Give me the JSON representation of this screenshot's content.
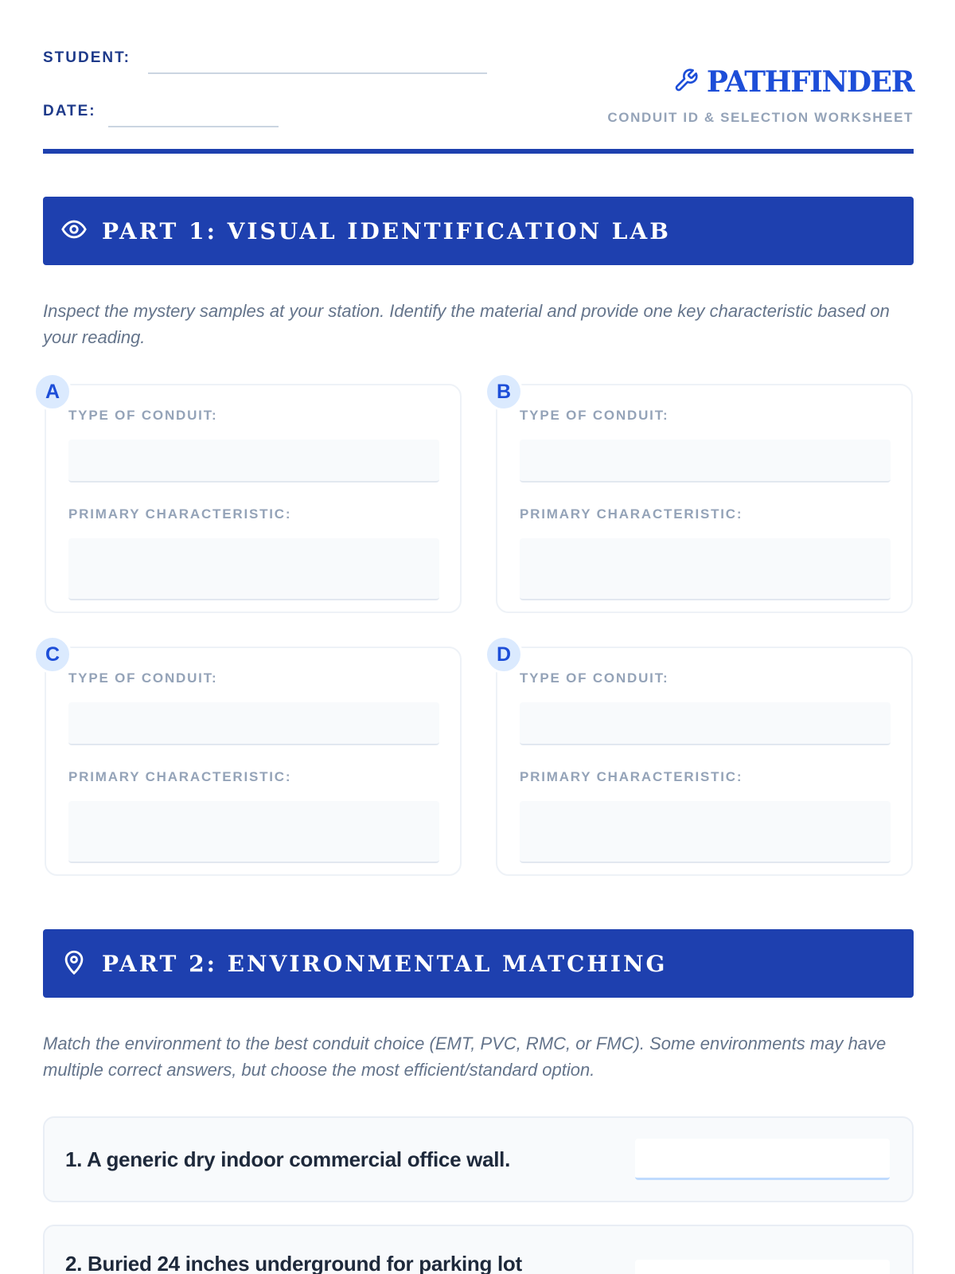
{
  "header": {
    "student_label": "STUDENT:",
    "date_label": "DATE:",
    "brand": "PATHFINDER",
    "subtitle": "CONDUIT ID & SELECTION WORKSHEET"
  },
  "part1": {
    "title": "PART 1: VISUAL IDENTIFICATION LAB",
    "intro": "Inspect the mystery samples at your station. Identify the material and provide one key characteristic based on your reading.",
    "field_type_label": "TYPE OF CONDUIT:",
    "field_char_label": "PRIMARY CHARACTERISTIC:",
    "samples": [
      "A",
      "B",
      "C",
      "D"
    ]
  },
  "part2": {
    "title": "PART 2: ENVIRONMENTAL MATCHING",
    "intro": "Match the environment to the best conduit choice (EMT, PVC, RMC, or FMC). Some environments may have multiple correct answers, but choose the most efficient/standard option.",
    "items": [
      "1. A generic dry indoor commercial office wall.",
      "2. Buried 24 inches underground for parking lot"
    ]
  },
  "colors": {
    "primary": "#1e40af",
    "muted": "#94a3b8",
    "badge_bg": "#dbeafe"
  }
}
